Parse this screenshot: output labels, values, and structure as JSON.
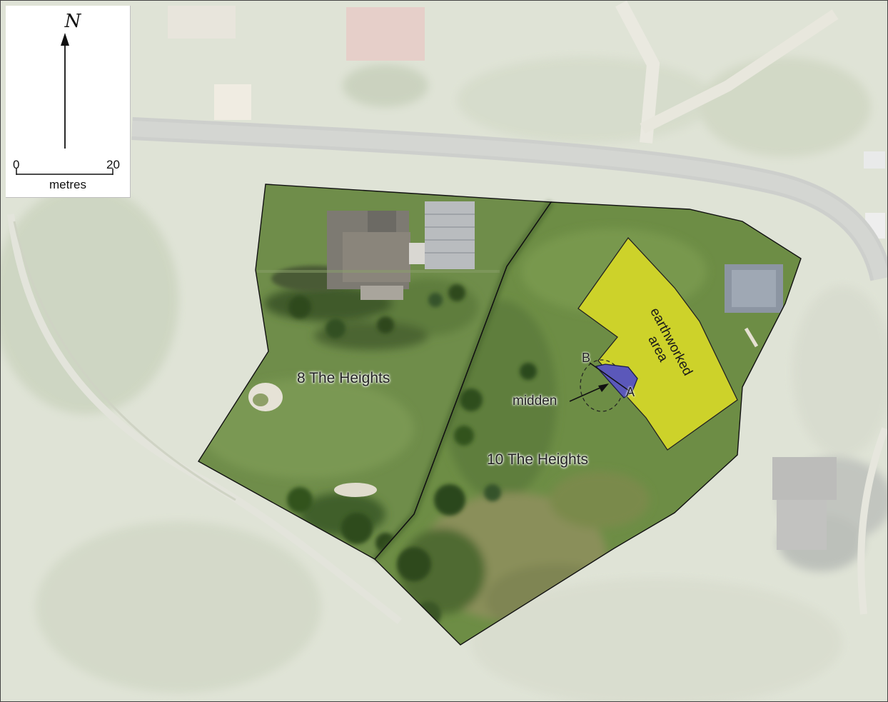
{
  "north_arrow": {
    "letter": "N",
    "icon": "north-arrow-icon"
  },
  "scale_bar": {
    "start": "0",
    "end": "20",
    "unit": "metres"
  },
  "parcels": [
    {
      "id": "lot-8",
      "label": "8 The Heights"
    },
    {
      "id": "lot-10",
      "label": "10 The Heights"
    }
  ],
  "features": {
    "earthworked_area": {
      "line1": "earthworked",
      "line2": "area",
      "color": "#cdd22a"
    },
    "midden": {
      "label": "midden",
      "color": "#5b58ba"
    },
    "section_points": {
      "a": "A",
      "b": "B"
    }
  }
}
